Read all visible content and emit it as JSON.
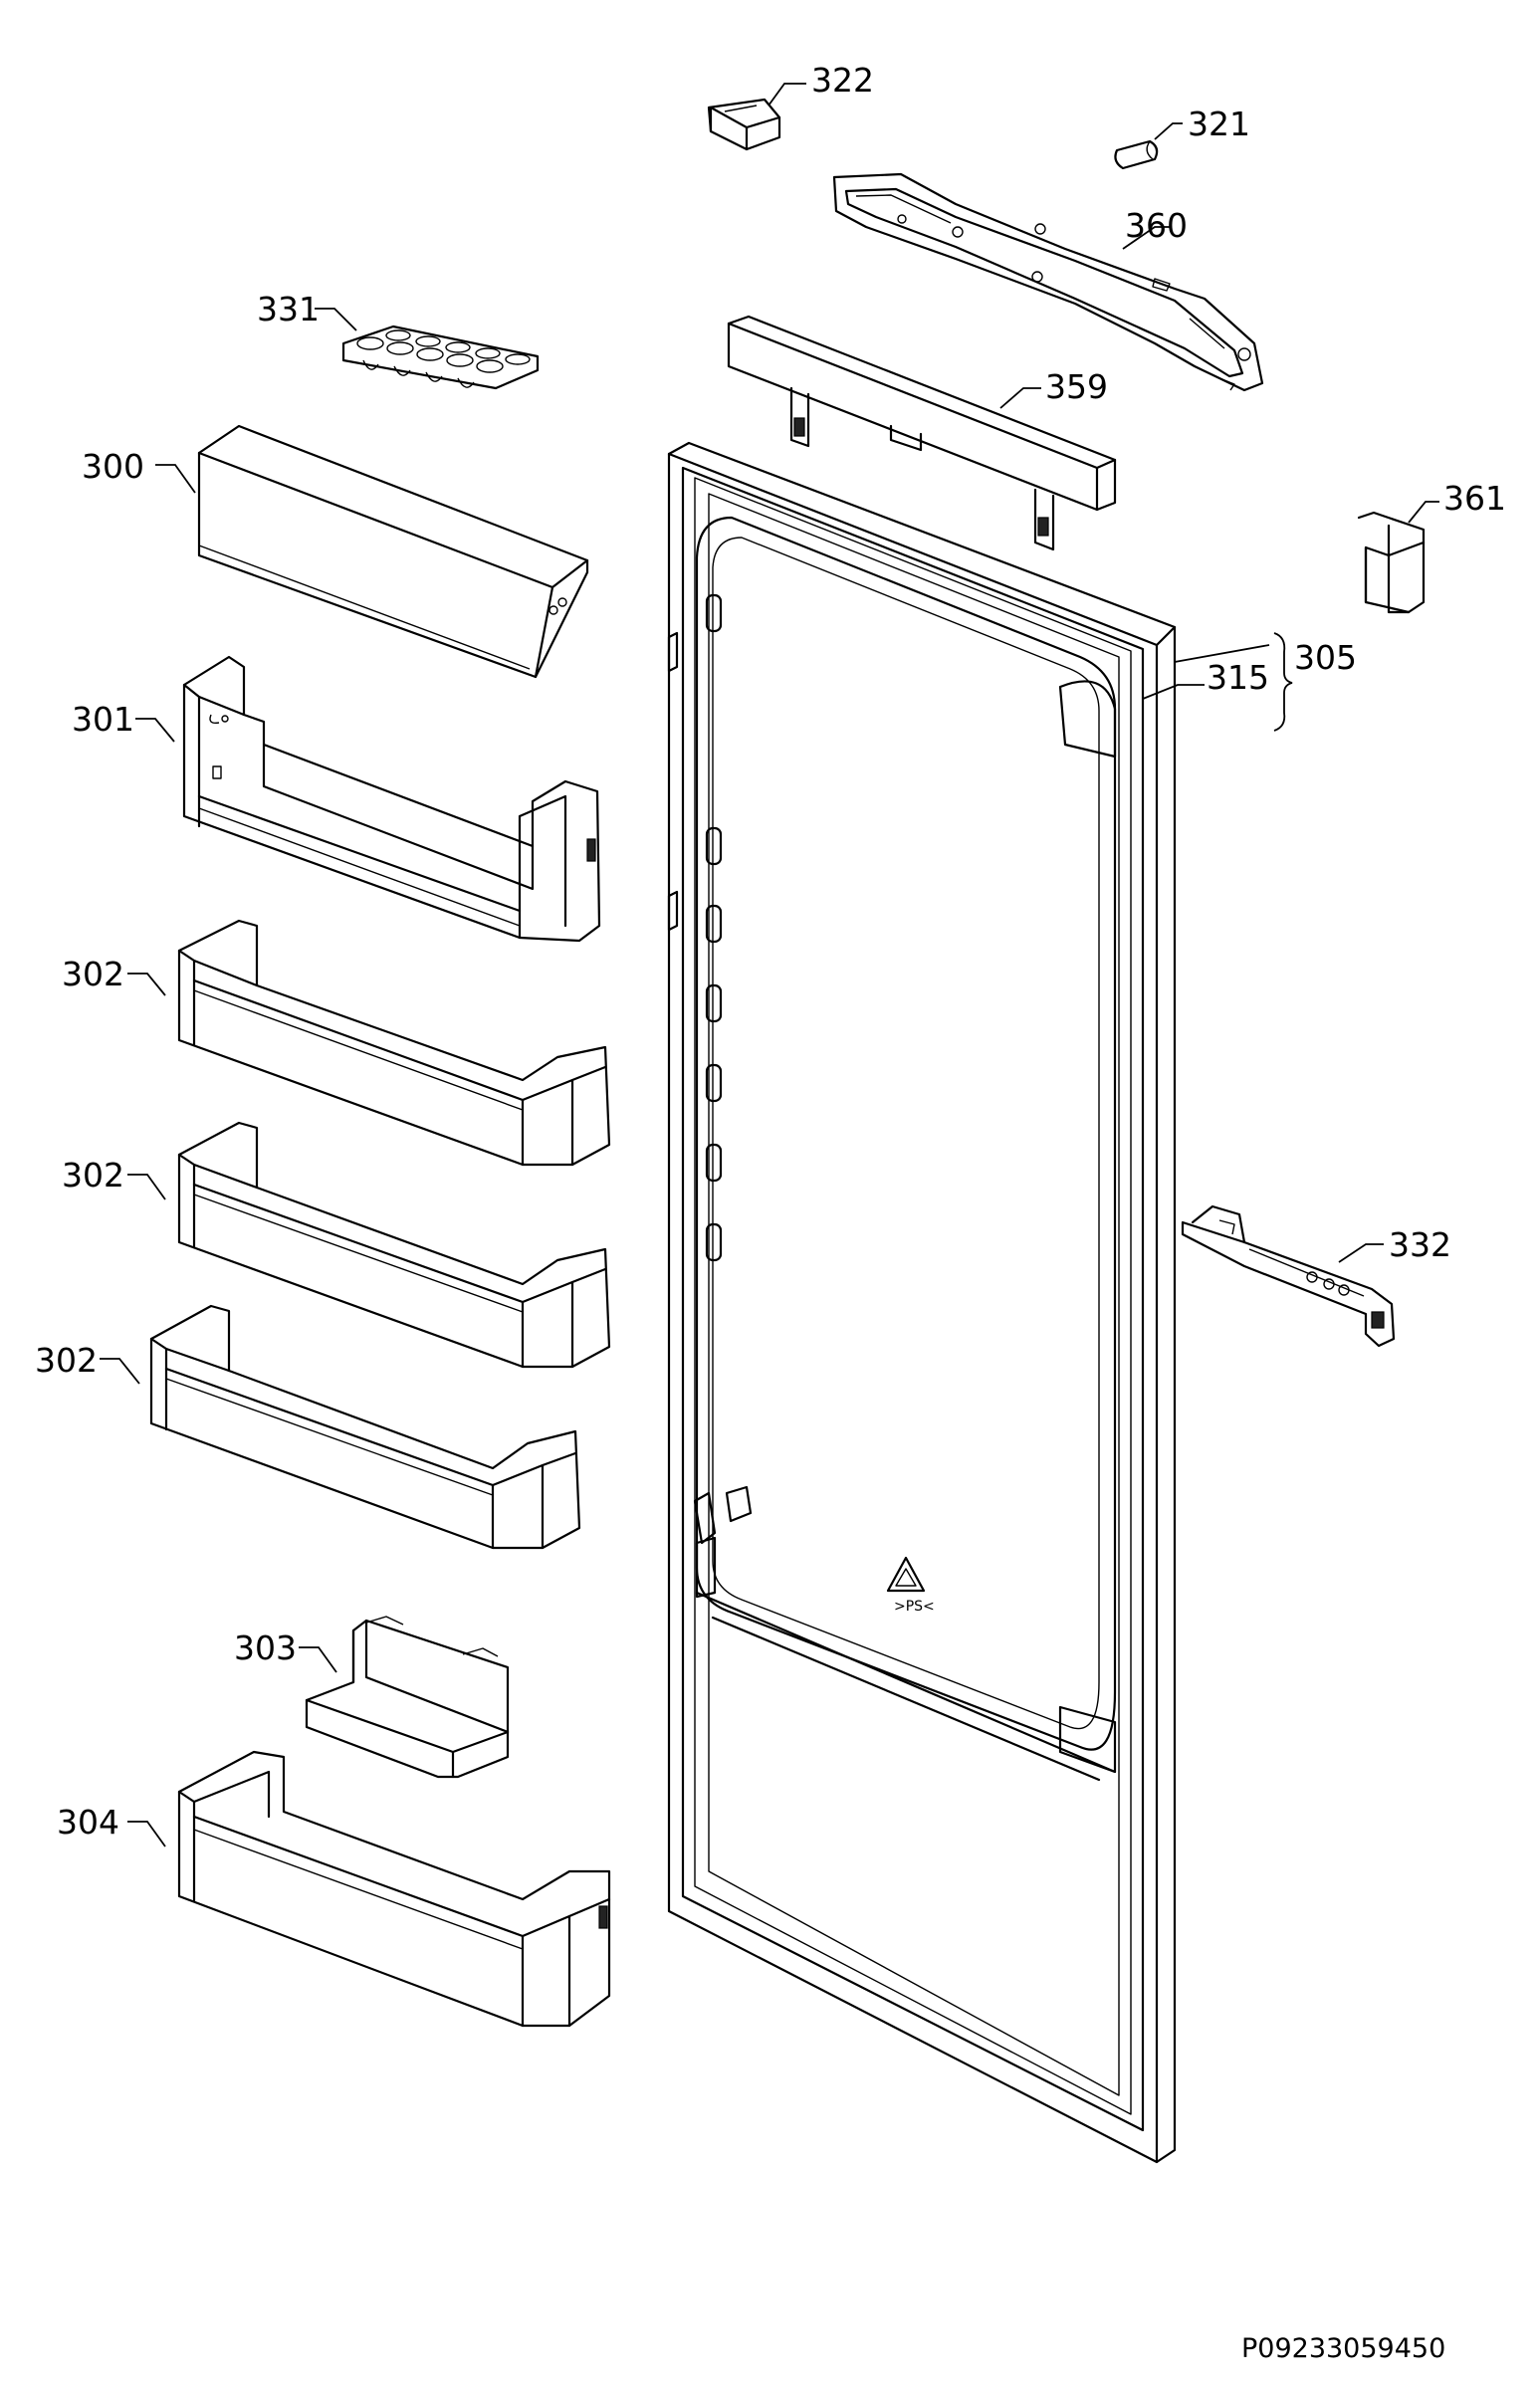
{
  "labels": {
    "l322": "322",
    "l321": "321",
    "l360": "360",
    "l331": "331",
    "l359": "359",
    "l300": "300",
    "l361": "361",
    "l305": "305",
    "l315": "315",
    "l301": "301",
    "l302a": "302",
    "l302b": "302",
    "l302c": "302",
    "l332": "332",
    "l303": "303",
    "l304": "304"
  },
  "drawing_code": "P09233059450"
}
